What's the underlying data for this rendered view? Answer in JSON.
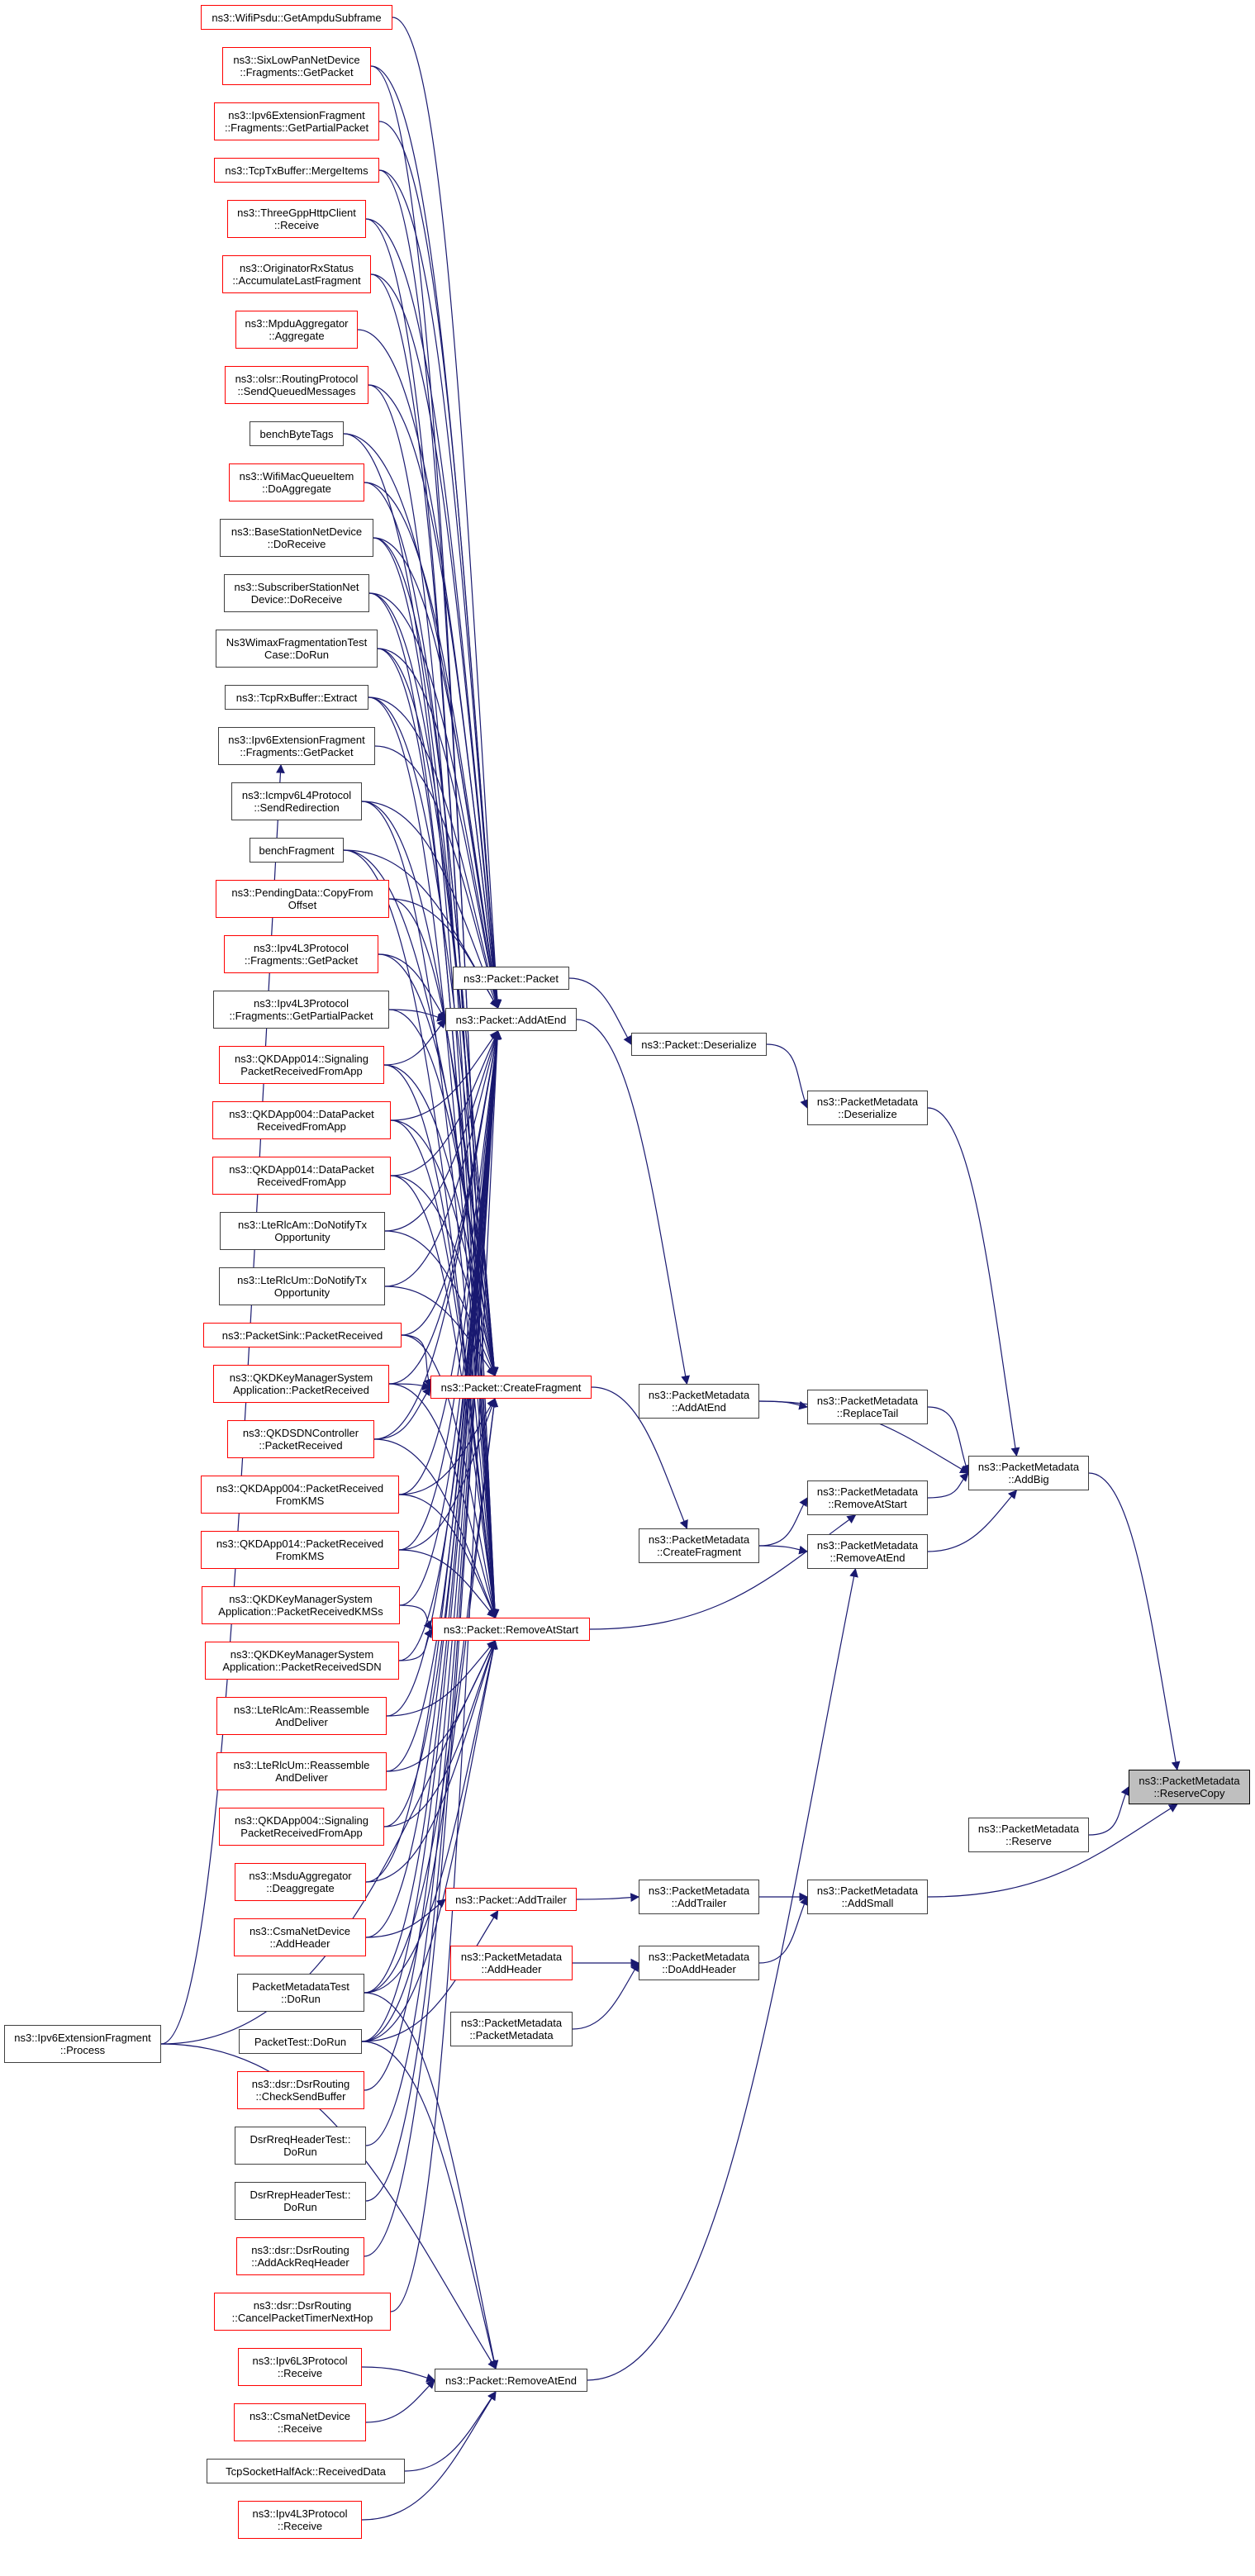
{
  "graph": {
    "title": "Call graph of ns3::PacketMetadata::ReserveCopy",
    "edge_color": "#191970",
    "truncated_border_color": "#ff0000",
    "normal_border_color": "#404040",
    "focus_fill_color": "#bfbfbf",
    "nodes": [
      {
        "id": "n0",
        "lines": [
          "ns3::WifiPsdu::GetAmpduSubframe"
        ],
        "truncated": true
      },
      {
        "id": "n1",
        "lines": [
          "ns3::SixLowPanNetDevice",
          "::Fragments::GetPacket"
        ],
        "truncated": true
      },
      {
        "id": "n2",
        "lines": [
          "ns3::Ipv6ExtensionFragment",
          "::Fragments::GetPartialPacket"
        ],
        "truncated": true
      },
      {
        "id": "n3",
        "lines": [
          "ns3::TcpTxBuffer::MergeItems"
        ],
        "truncated": true
      },
      {
        "id": "n4",
        "lines": [
          "ns3::ThreeGppHttpClient",
          "::Receive"
        ],
        "truncated": true
      },
      {
        "id": "n5",
        "lines": [
          "ns3::OriginatorRxStatus",
          "::AccumulateLastFragment"
        ],
        "truncated": true
      },
      {
        "id": "n6",
        "lines": [
          "ns3::MpduAggregator",
          "::Aggregate"
        ],
        "truncated": true
      },
      {
        "id": "n7",
        "lines": [
          "ns3::olsr::RoutingProtocol",
          "::SendQueuedMessages"
        ],
        "truncated": true
      },
      {
        "id": "n8",
        "lines": [
          "benchByteTags"
        ],
        "truncated": false
      },
      {
        "id": "n9",
        "lines": [
          "ns3::WifiMacQueueItem",
          "::DoAggregate"
        ],
        "truncated": true
      },
      {
        "id": "n10",
        "lines": [
          "ns3::BaseStationNetDevice",
          "::DoReceive"
        ],
        "truncated": false
      },
      {
        "id": "n11",
        "lines": [
          "ns3::SubscriberStationNet",
          "Device::DoReceive"
        ],
        "truncated": false
      },
      {
        "id": "n12",
        "lines": [
          "Ns3WimaxFragmentationTest",
          "Case::DoRun"
        ],
        "truncated": false
      },
      {
        "id": "n13",
        "lines": [
          "ns3::TcpRxBuffer::Extract"
        ],
        "truncated": false
      },
      {
        "id": "n14",
        "lines": [
          "ns3::Ipv6ExtensionFragment",
          "::Fragments::GetPacket"
        ],
        "truncated": false
      },
      {
        "id": "n15",
        "lines": [
          "ns3::Icmpv6L4Protocol",
          "::SendRedirection"
        ],
        "truncated": false
      },
      {
        "id": "n16",
        "lines": [
          "benchFragment"
        ],
        "truncated": false
      },
      {
        "id": "n17",
        "lines": [
          "ns3::PendingData::CopyFrom",
          "Offset"
        ],
        "truncated": true
      },
      {
        "id": "n18",
        "lines": [
          "ns3::Ipv4L3Protocol",
          "::Fragments::GetPacket"
        ],
        "truncated": true
      },
      {
        "id": "n19",
        "lines": [
          "ns3::Ipv4L3Protocol",
          "::Fragments::GetPartialPacket"
        ],
        "truncated": false
      },
      {
        "id": "n20",
        "lines": [
          "ns3::QKDApp014::Signaling",
          "PacketReceivedFromApp"
        ],
        "truncated": true
      },
      {
        "id": "n21",
        "lines": [
          "ns3::QKDApp004::DataPacket",
          "ReceivedFromApp"
        ],
        "truncated": true
      },
      {
        "id": "n22",
        "lines": [
          "ns3::QKDApp014::DataPacket",
          "ReceivedFromApp"
        ],
        "truncated": true
      },
      {
        "id": "n23",
        "lines": [
          "ns3::LteRlcAm::DoNotifyTx",
          "Opportunity"
        ],
        "truncated": false
      },
      {
        "id": "n24",
        "lines": [
          "ns3::LteRlcUm::DoNotifyTx",
          "Opportunity"
        ],
        "truncated": false
      },
      {
        "id": "n25",
        "lines": [
          "ns3::PacketSink::PacketReceived"
        ],
        "truncated": true
      },
      {
        "id": "n26",
        "lines": [
          "ns3::QKDKeyManagerSystem",
          "Application::PacketReceived"
        ],
        "truncated": true
      },
      {
        "id": "n27",
        "lines": [
          "ns3::QKDSDNController",
          "::PacketReceived"
        ],
        "truncated": true
      },
      {
        "id": "n28",
        "lines": [
          "ns3::QKDApp004::PacketReceived",
          "FromKMS"
        ],
        "truncated": true
      },
      {
        "id": "n29",
        "lines": [
          "ns3::QKDApp014::PacketReceived",
          "FromKMS"
        ],
        "truncated": true
      },
      {
        "id": "n30",
        "lines": [
          "ns3::QKDKeyManagerSystem",
          "Application::PacketReceivedKMSs"
        ],
        "truncated": true
      },
      {
        "id": "n31",
        "lines": [
          "ns3::QKDKeyManagerSystem",
          "Application::PacketReceivedSDN"
        ],
        "truncated": true
      },
      {
        "id": "n32",
        "lines": [
          "ns3::LteRlcAm::Reassemble",
          "AndDeliver"
        ],
        "truncated": true
      },
      {
        "id": "n33",
        "lines": [
          "ns3::LteRlcUm::Reassemble",
          "AndDeliver"
        ],
        "truncated": true
      },
      {
        "id": "n34",
        "lines": [
          "ns3::QKDApp004::Signaling",
          "PacketReceivedFromApp"
        ],
        "truncated": true
      },
      {
        "id": "n35",
        "lines": [
          "ns3::MsduAggregator",
          "::Deaggregate"
        ],
        "truncated": true
      },
      {
        "id": "n36",
        "lines": [
          "ns3::CsmaNetDevice",
          "::AddHeader"
        ],
        "truncated": true
      },
      {
        "id": "n37",
        "lines": [
          "PacketMetadataTest",
          "::DoRun"
        ],
        "truncated": false
      },
      {
        "id": "n38",
        "lines": [
          "PacketTest::DoRun"
        ],
        "truncated": false
      },
      {
        "id": "n39",
        "lines": [
          "ns3::dsr::DsrRouting",
          "::CheckSendBuffer"
        ],
        "truncated": true
      },
      {
        "id": "n40",
        "lines": [
          "DsrRreqHeaderTest::",
          "DoRun"
        ],
        "truncated": false
      },
      {
        "id": "n41",
        "lines": [
          "DsrRrepHeaderTest::",
          "DoRun"
        ],
        "truncated": false
      },
      {
        "id": "n42",
        "lines": [
          "ns3::dsr::DsrRouting",
          "::AddAckReqHeader"
        ],
        "truncated": true
      },
      {
        "id": "n43",
        "lines": [
          "ns3::dsr::DsrRouting",
          "::CancelPacketTimerNextHop"
        ],
        "truncated": true
      },
      {
        "id": "n44",
        "lines": [
          "ns3::Ipv6L3Protocol",
          "::Receive"
        ],
        "truncated": true
      },
      {
        "id": "n45",
        "lines": [
          "ns3::CsmaNetDevice",
          "::Receive"
        ],
        "truncated": true
      },
      {
        "id": "n46",
        "lines": [
          "TcpSocketHalfAck::ReceivedData"
        ],
        "truncated": false
      },
      {
        "id": "n47",
        "lines": [
          "ns3::Ipv4L3Protocol",
          "::Receive"
        ],
        "truncated": true
      },
      {
        "id": "n48",
        "lines": [
          "ns3::Ipv6ExtensionFragment",
          "::Process"
        ],
        "truncated": false
      },
      {
        "id": "p0",
        "lines": [
          "ns3::Packet::Packet"
        ],
        "truncated": false
      },
      {
        "id": "p1",
        "lines": [
          "ns3::Packet::AddAtEnd"
        ],
        "truncated": false
      },
      {
        "id": "p2",
        "lines": [
          "ns3::Packet::CreateFragment"
        ],
        "truncated": true
      },
      {
        "id": "p3",
        "lines": [
          "ns3::Packet::RemoveAtStart"
        ],
        "truncated": true
      },
      {
        "id": "p4",
        "lines": [
          "ns3::Packet::AddTrailer"
        ],
        "truncated": true
      },
      {
        "id": "p5",
        "lines": [
          "ns3::PacketMetadata",
          "::AddHeader"
        ],
        "truncated": true
      },
      {
        "id": "p6",
        "lines": [
          "ns3::PacketMetadata",
          "::PacketMetadata"
        ],
        "truncated": false
      },
      {
        "id": "p7",
        "lines": [
          "ns3::Packet::RemoveAtEnd"
        ],
        "truncated": false
      },
      {
        "id": "m0",
        "lines": [
          "ns3::Packet::Deserialize"
        ],
        "truncated": false
      },
      {
        "id": "m1",
        "lines": [
          "ns3::PacketMetadata",
          "::AddAtEnd"
        ],
        "truncated": false
      },
      {
        "id": "m2",
        "lines": [
          "ns3::PacketMetadata",
          "::CreateFragment"
        ],
        "truncated": false
      },
      {
        "id": "m3",
        "lines": [
          "ns3::PacketMetadata",
          "::AddTrailer"
        ],
        "truncated": false
      },
      {
        "id": "m4",
        "lines": [
          "ns3::PacketMetadata",
          "::DoAddHeader"
        ],
        "truncated": false
      },
      {
        "id": "r0",
        "lines": [
          "ns3::PacketMetadata",
          "::Deserialize"
        ],
        "truncated": false
      },
      {
        "id": "r1",
        "lines": [
          "ns3::PacketMetadata",
          "::ReplaceTail"
        ],
        "truncated": false
      },
      {
        "id": "r2",
        "lines": [
          "ns3::PacketMetadata",
          "::RemoveAtStart"
        ],
        "truncated": false
      },
      {
        "id": "r3",
        "lines": [
          "ns3::PacketMetadata",
          "::RemoveAtEnd"
        ],
        "truncated": false
      },
      {
        "id": "r4",
        "lines": [
          "ns3::PacketMetadata",
          "::AddSmall"
        ],
        "truncated": false
      },
      {
        "id": "b0",
        "lines": [
          "ns3::PacketMetadata",
          "::AddBig"
        ],
        "truncated": false
      },
      {
        "id": "b1",
        "lines": [
          "ns3::PacketMetadata",
          "::Reserve"
        ],
        "truncated": false
      },
      {
        "id": "target",
        "lines": [
          "ns3::PacketMetadata",
          "::ReserveCopy"
        ],
        "truncated": false,
        "focus": true
      }
    ],
    "edges": [
      [
        "n0",
        "p1"
      ],
      [
        "n1",
        "p1"
      ],
      [
        "n2",
        "p1"
      ],
      [
        "n3",
        "p1"
      ],
      [
        "n4",
        "p1"
      ],
      [
        "n5",
        "p1"
      ],
      [
        "n6",
        "p1"
      ],
      [
        "n7",
        "p1"
      ],
      [
        "n8",
        "p1"
      ],
      [
        "n9",
        "p1"
      ],
      [
        "n10",
        "p1"
      ],
      [
        "n11",
        "p1"
      ],
      [
        "n12",
        "p1"
      ],
      [
        "n13",
        "p1"
      ],
      [
        "n14",
        "p1"
      ],
      [
        "n15",
        "p1"
      ],
      [
        "n16",
        "p1"
      ],
      [
        "n17",
        "p1"
      ],
      [
        "n18",
        "p1"
      ],
      [
        "n19",
        "p1"
      ],
      [
        "n20",
        "p1"
      ],
      [
        "n21",
        "p1"
      ],
      [
        "n22",
        "p1"
      ],
      [
        "n23",
        "p1"
      ],
      [
        "n24",
        "p1"
      ],
      [
        "n25",
        "p1"
      ],
      [
        "n26",
        "p1"
      ],
      [
        "n27",
        "p1"
      ],
      [
        "n28",
        "p1"
      ],
      [
        "n29",
        "p1"
      ],
      [
        "n30",
        "p1"
      ],
      [
        "n31",
        "p1"
      ],
      [
        "n32",
        "p1"
      ],
      [
        "n33",
        "p1"
      ],
      [
        "n34",
        "p1"
      ],
      [
        "n35",
        "p1"
      ],
      [
        "n36",
        "p1"
      ],
      [
        "n37",
        "p1"
      ],
      [
        "n38",
        "p1"
      ],
      [
        "n39",
        "p1"
      ],
      [
        "n40",
        "p1"
      ],
      [
        "n41",
        "p1"
      ],
      [
        "n42",
        "p1"
      ],
      [
        "n43",
        "p1"
      ],
      [
        "n8",
        "p2"
      ],
      [
        "n9",
        "p2"
      ],
      [
        "n10",
        "p2"
      ],
      [
        "n11",
        "p2"
      ],
      [
        "n12",
        "p2"
      ],
      [
        "n13",
        "p2"
      ],
      [
        "n15",
        "p2"
      ],
      [
        "n16",
        "p2"
      ],
      [
        "n17",
        "p2"
      ],
      [
        "n18",
        "p2"
      ],
      [
        "n19",
        "p2"
      ],
      [
        "n20",
        "p2"
      ],
      [
        "n21",
        "p2"
      ],
      [
        "n22",
        "p2"
      ],
      [
        "n23",
        "p2"
      ],
      [
        "n24",
        "p2"
      ],
      [
        "n25",
        "p2"
      ],
      [
        "n26",
        "p2"
      ],
      [
        "n27",
        "p2"
      ],
      [
        "n28",
        "p2"
      ],
      [
        "n29",
        "p2"
      ],
      [
        "n37",
        "p2"
      ],
      [
        "n38",
        "p2"
      ],
      [
        "n1",
        "p3"
      ],
      [
        "n3",
        "p3"
      ],
      [
        "n4",
        "p3"
      ],
      [
        "n5",
        "p3"
      ],
      [
        "n7",
        "p3"
      ],
      [
        "n10",
        "p3"
      ],
      [
        "n11",
        "p3"
      ],
      [
        "n12",
        "p3"
      ],
      [
        "n13",
        "p3"
      ],
      [
        "n15",
        "p3"
      ],
      [
        "n16",
        "p3"
      ],
      [
        "n20",
        "p3"
      ],
      [
        "n21",
        "p3"
      ],
      [
        "n22",
        "p3"
      ],
      [
        "n25",
        "p3"
      ],
      [
        "n26",
        "p3"
      ],
      [
        "n27",
        "p3"
      ],
      [
        "n28",
        "p3"
      ],
      [
        "n29",
        "p3"
      ],
      [
        "n30",
        "p3"
      ],
      [
        "n31",
        "p3"
      ],
      [
        "n32",
        "p3"
      ],
      [
        "n33",
        "p3"
      ],
      [
        "n34",
        "p3"
      ],
      [
        "n35",
        "p3"
      ],
      [
        "n37",
        "p3"
      ],
      [
        "n38",
        "p3"
      ],
      [
        "n48",
        "p3"
      ],
      [
        "n36",
        "p4"
      ],
      [
        "n38",
        "p4"
      ],
      [
        "n37",
        "p7"
      ],
      [
        "n38",
        "p7"
      ],
      [
        "n48",
        "p7"
      ],
      [
        "n44",
        "p7"
      ],
      [
        "n45",
        "p7"
      ],
      [
        "n46",
        "p7"
      ],
      [
        "n47",
        "p7"
      ],
      [
        "n48",
        "n14"
      ],
      [
        "p0",
        "m0"
      ],
      [
        "m0",
        "r0"
      ],
      [
        "r0",
        "b0"
      ],
      [
        "p1",
        "m1"
      ],
      [
        "m1",
        "r1"
      ],
      [
        "m1",
        "b0"
      ],
      [
        "r1",
        "b0"
      ],
      [
        "p2",
        "m2"
      ],
      [
        "m2",
        "r2"
      ],
      [
        "m2",
        "r3"
      ],
      [
        "p3",
        "r2"
      ],
      [
        "r2",
        "b0"
      ],
      [
        "r3",
        "b0"
      ],
      [
        "p7",
        "r3"
      ],
      [
        "p4",
        "m3"
      ],
      [
        "m3",
        "r4"
      ],
      [
        "p5",
        "m4"
      ],
      [
        "p6",
        "m4"
      ],
      [
        "m4",
        "r4"
      ],
      [
        "r4",
        "target"
      ],
      [
        "b0",
        "target"
      ],
      [
        "b1",
        "target"
      ]
    ]
  }
}
